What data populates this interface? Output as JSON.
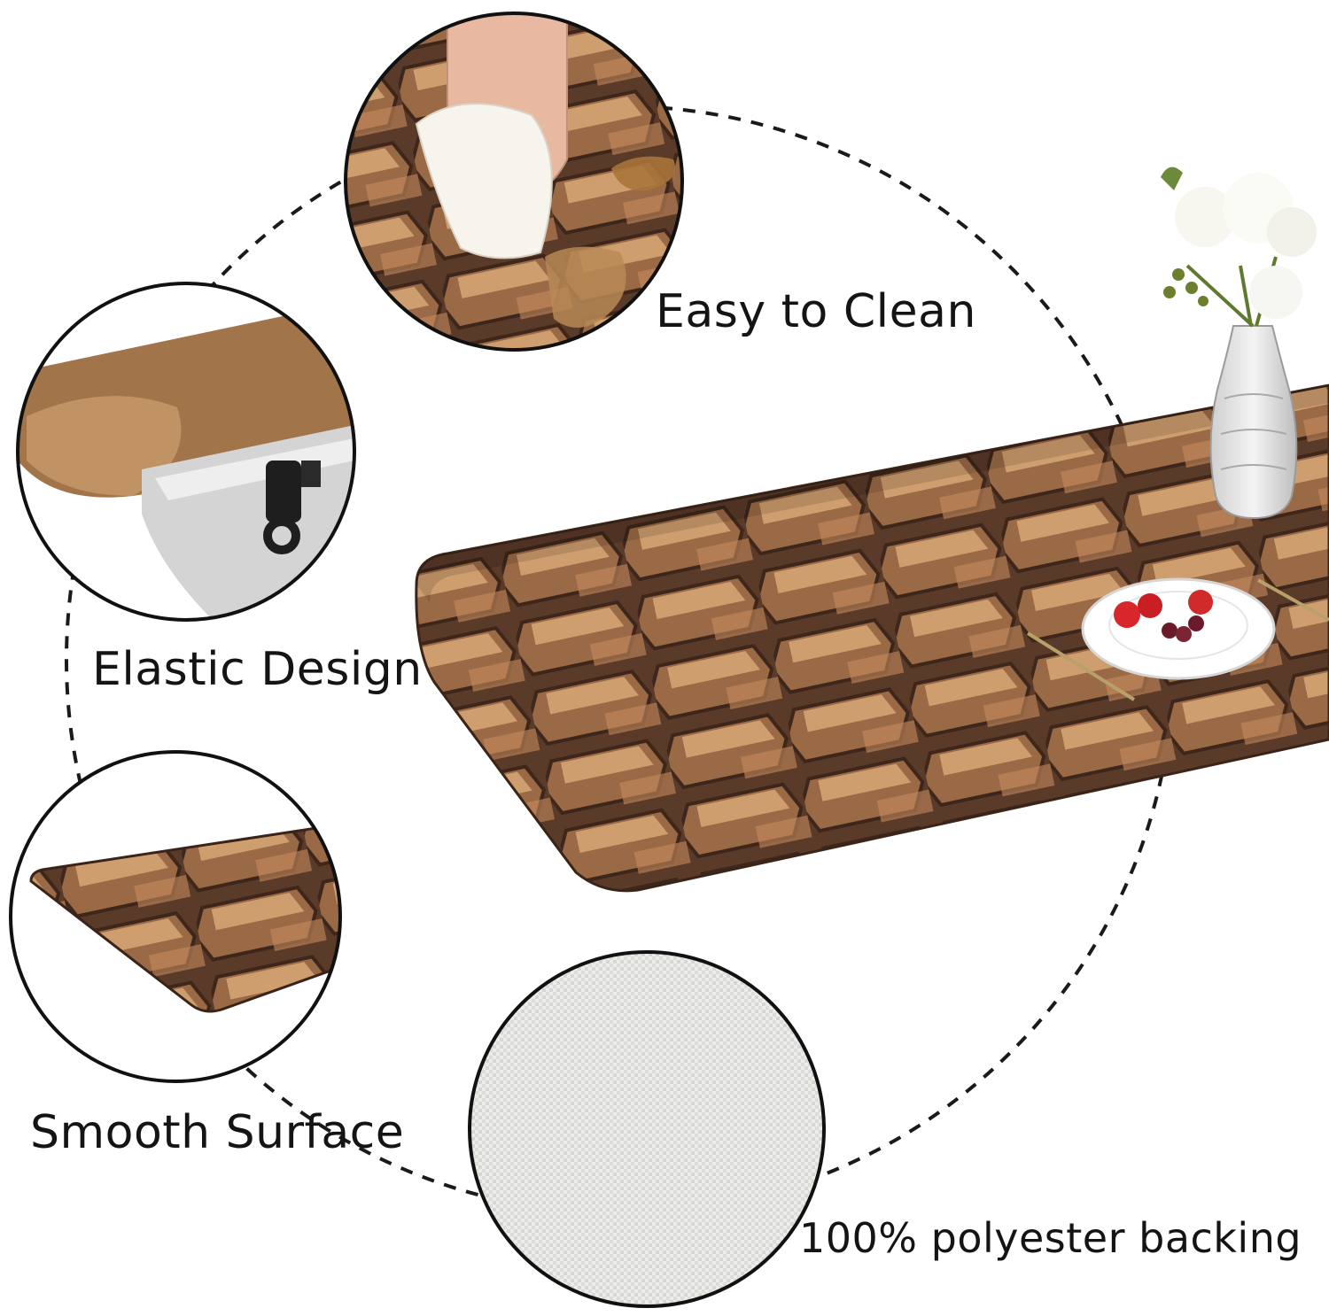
{
  "features": {
    "easy_clean": "Easy to Clean",
    "elastic": "Elastic Design",
    "smooth": "Smooth Surface",
    "backing": "100% polyester backing"
  },
  "colors": {
    "tile_dark": "#5a3a28",
    "tile_mid": "#8a5a3c",
    "tile_light": "#d9a777",
    "dashed_ring": "#1a1a1a",
    "circle_border": "#111111",
    "fabric": "#e6e6e2"
  },
  "icons": {
    "easy_clean": "hand-wiping-icon",
    "elastic": "elastic-clip-icon",
    "smooth": "mat-edge-icon",
    "backing": "fabric-texture-icon"
  }
}
